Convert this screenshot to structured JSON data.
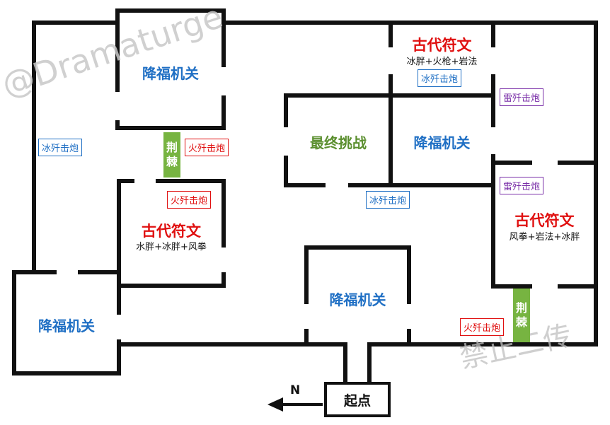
{
  "watermarks": [
    "@Dramaturge",
    "禁止二传"
  ],
  "compass": "N",
  "start_label": "起点",
  "rooms": {
    "top_left": {
      "title": "降福机关"
    },
    "challenge": {
      "title": "最终挑战"
    },
    "center_mid": {
      "title": "降福机关"
    },
    "top_right_rune": {
      "title": "古代符文",
      "sub": "冰胖+火枪+岩法"
    },
    "left_rune": {
      "title": "古代符文",
      "sub": "水胖+冰胖+风拳"
    },
    "right_rune": {
      "title": "古代符文",
      "sub": "风拳+岩法+冰胖"
    },
    "bottom_left": {
      "title": "降福机关"
    },
    "bottom_center": {
      "title": "降福机关"
    }
  },
  "thorns": {
    "upper": "荆棘",
    "lower": "荆棘"
  },
  "tags": {
    "ice_left": "冰歼击炮",
    "ice_top": "冰歼击炮",
    "ice_mid": "冰歼击炮",
    "fire_upper": "火歼击炮",
    "fire_left_rune": "火歼击炮",
    "fire_bottom": "火歼击炮",
    "thunder_top": "雷歼击炮",
    "thunder_right": "雷歼击炮"
  },
  "colors": {
    "wall": "#111111",
    "blue": "#1f6fc4",
    "red": "#e01010",
    "green": "#5b8f2f",
    "thorn": "#77b441",
    "purple": "#7a2fa8"
  }
}
